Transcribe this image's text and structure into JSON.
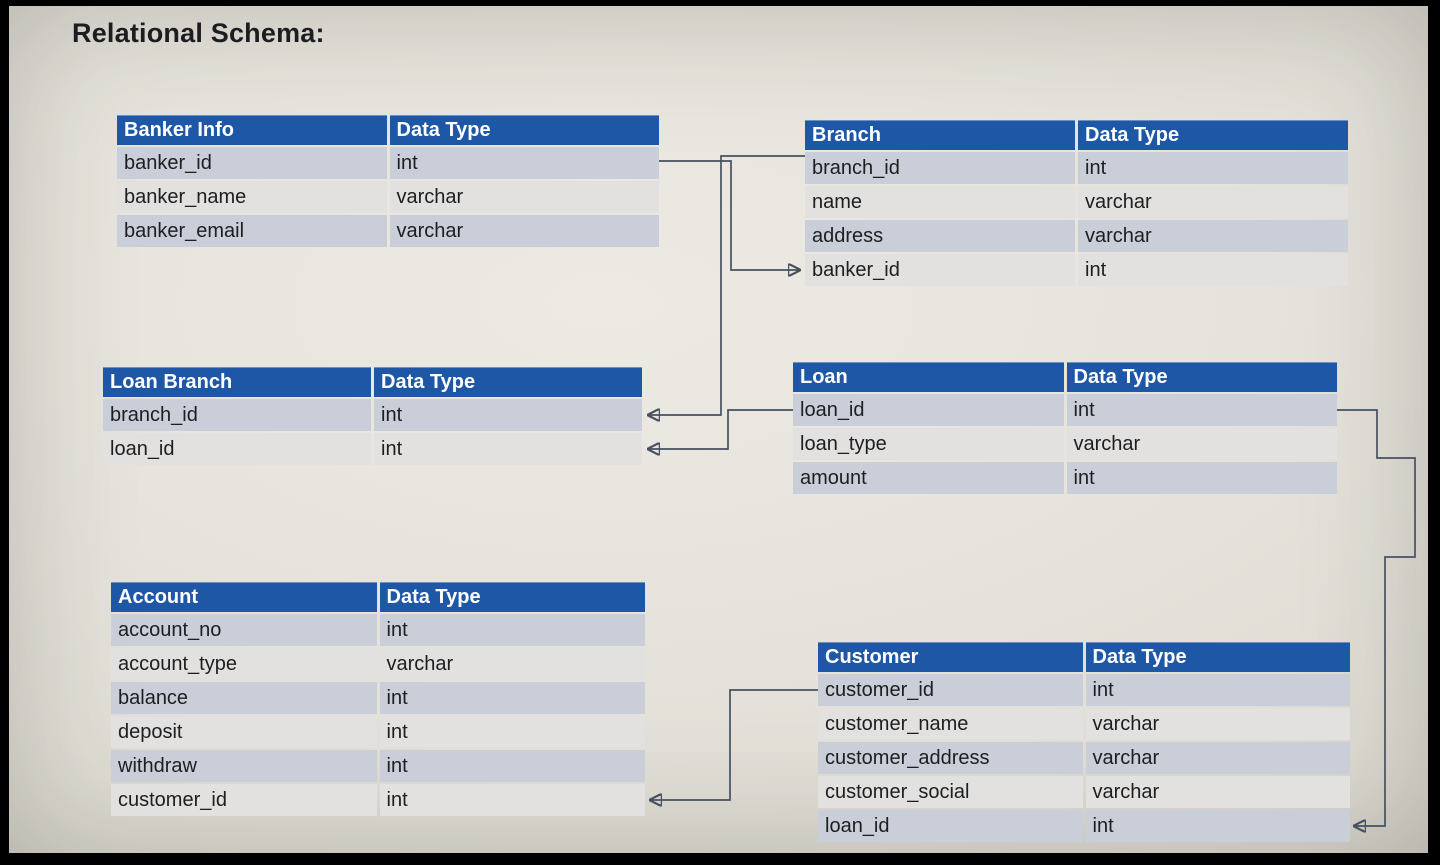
{
  "page": {
    "title": "Relational Schema:"
  },
  "colors": {
    "header_bg": "#1e57a6",
    "header_text": "#ffffff",
    "row_shaded": "#c9ced9",
    "row_light": "#e2e1df",
    "line": "#46515f",
    "arrow": "#2b4d9e"
  },
  "tables": [
    {
      "key": "banker_info",
      "title": "Banker Info",
      "type_header": "Data Type",
      "rows": [
        {
          "field": "banker_id",
          "type": "int"
        },
        {
          "field": "banker_name",
          "type": "varchar"
        },
        {
          "field": "banker_email",
          "type": "varchar"
        }
      ]
    },
    {
      "key": "branch",
      "title": "Branch",
      "type_header": "Data Type",
      "rows": [
        {
          "field": "branch_id",
          "type": "int"
        },
        {
          "field": "name",
          "type": "varchar"
        },
        {
          "field": "address",
          "type": "varchar"
        },
        {
          "field": "banker_id",
          "type": "int"
        }
      ]
    },
    {
      "key": "loan_branch",
      "title": "Loan Branch",
      "type_header": "Data Type",
      "rows": [
        {
          "field": "branch_id",
          "type": "int"
        },
        {
          "field": "loan_id",
          "type": "int"
        }
      ]
    },
    {
      "key": "loan",
      "title": "Loan",
      "type_header": "Data Type",
      "rows": [
        {
          "field": "loan_id",
          "type": "int"
        },
        {
          "field": "loan_type",
          "type": "varchar"
        },
        {
          "field": "amount",
          "type": "int"
        }
      ]
    },
    {
      "key": "account",
      "title": "Account",
      "type_header": "Data Type",
      "rows": [
        {
          "field": "account_no",
          "type": "int"
        },
        {
          "field": "account_type",
          "type": "varchar"
        },
        {
          "field": "balance",
          "type": "int"
        },
        {
          "field": "deposit",
          "type": "int"
        },
        {
          "field": "withdraw",
          "type": "int"
        },
        {
          "field": "customer_id",
          "type": "int"
        }
      ]
    },
    {
      "key": "customer",
      "title": "Customer",
      "type_header": "Data Type",
      "rows": [
        {
          "field": "customer_id",
          "type": "int"
        },
        {
          "field": "customer_name",
          "type": "varchar"
        },
        {
          "field": "customer_address",
          "type": "varchar"
        },
        {
          "field": "customer_social",
          "type": "varchar"
        },
        {
          "field": "loan_id",
          "type": "int"
        }
      ]
    }
  ],
  "relationships": [
    {
      "from": "Banker Info.banker_id",
      "to": "Branch.banker_id"
    },
    {
      "from": "Branch.branch_id",
      "to": "Loan Branch.branch_id"
    },
    {
      "from": "Loan.loan_id",
      "to": "Loan Branch.loan_id"
    },
    {
      "from": "Loan.loan_id",
      "to": "Customer.loan_id"
    },
    {
      "from": "Customer.customer_id",
      "to": "Account.customer_id"
    }
  ]
}
